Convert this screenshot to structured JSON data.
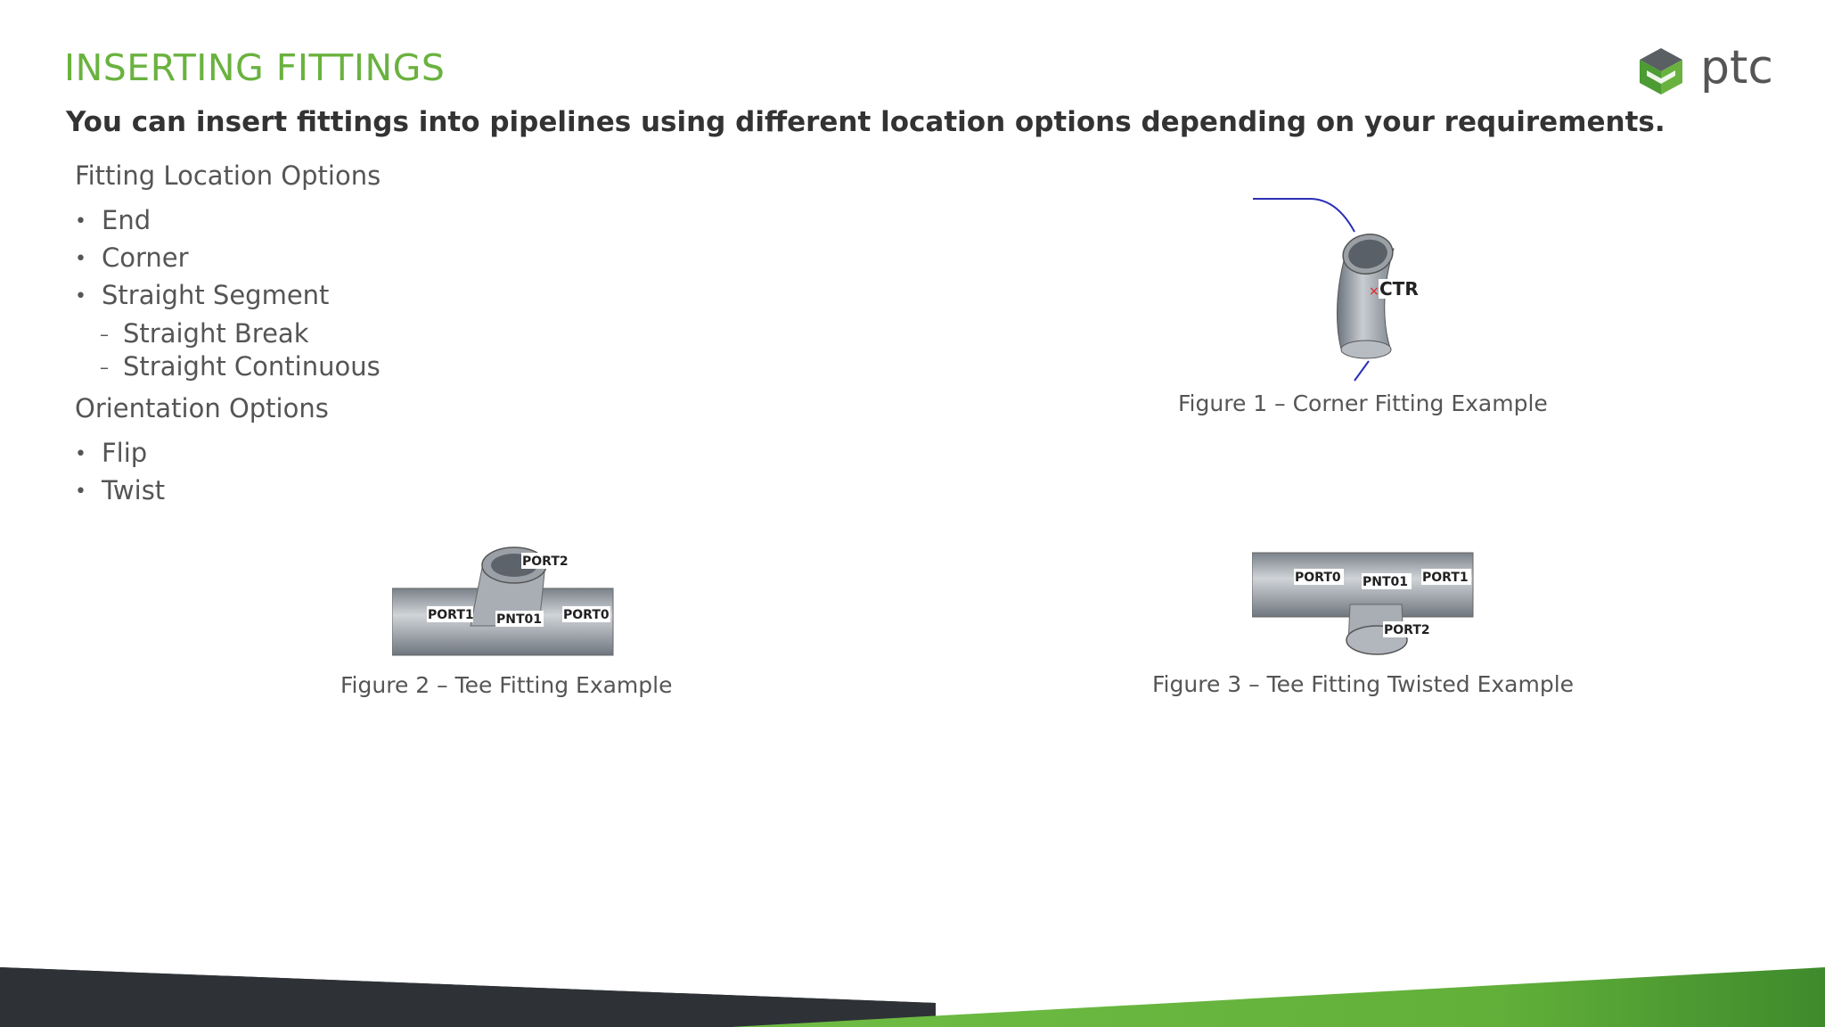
{
  "slide": {
    "title": "INSERTING FITTINGS",
    "subtitle": "You can insert fittings into pipelines using different location options depending on your requirements."
  },
  "logo": {
    "text": "ptc",
    "icon": "ptc-logo-icon"
  },
  "fitting_location": {
    "heading": "Fitting Location Options",
    "items": [
      "End",
      "Corner",
      "Straight Segment"
    ],
    "sub_items": [
      "Straight Break",
      "Straight Continuous"
    ]
  },
  "orientation": {
    "heading": "Orientation Options",
    "items": [
      "Flip",
      "Twist"
    ]
  },
  "figures": {
    "fig1": {
      "caption": "Figure 1 – Corner Fitting Example",
      "labels": [
        "CTR"
      ]
    },
    "fig2": {
      "caption": "Figure 2 – Tee Fitting Example",
      "labels": [
        "PORT2",
        "PORT1",
        "PNT01",
        "PORT0"
      ]
    },
    "fig3": {
      "caption": "Figure 3 – Tee Fitting Twisted Example",
      "labels": [
        "PORT0",
        "PNT01",
        "PORT1",
        "PORT2"
      ]
    }
  },
  "colors": {
    "accent_green": "#6ab23f",
    "dark_band": "#2e3236",
    "text": "#555555"
  }
}
